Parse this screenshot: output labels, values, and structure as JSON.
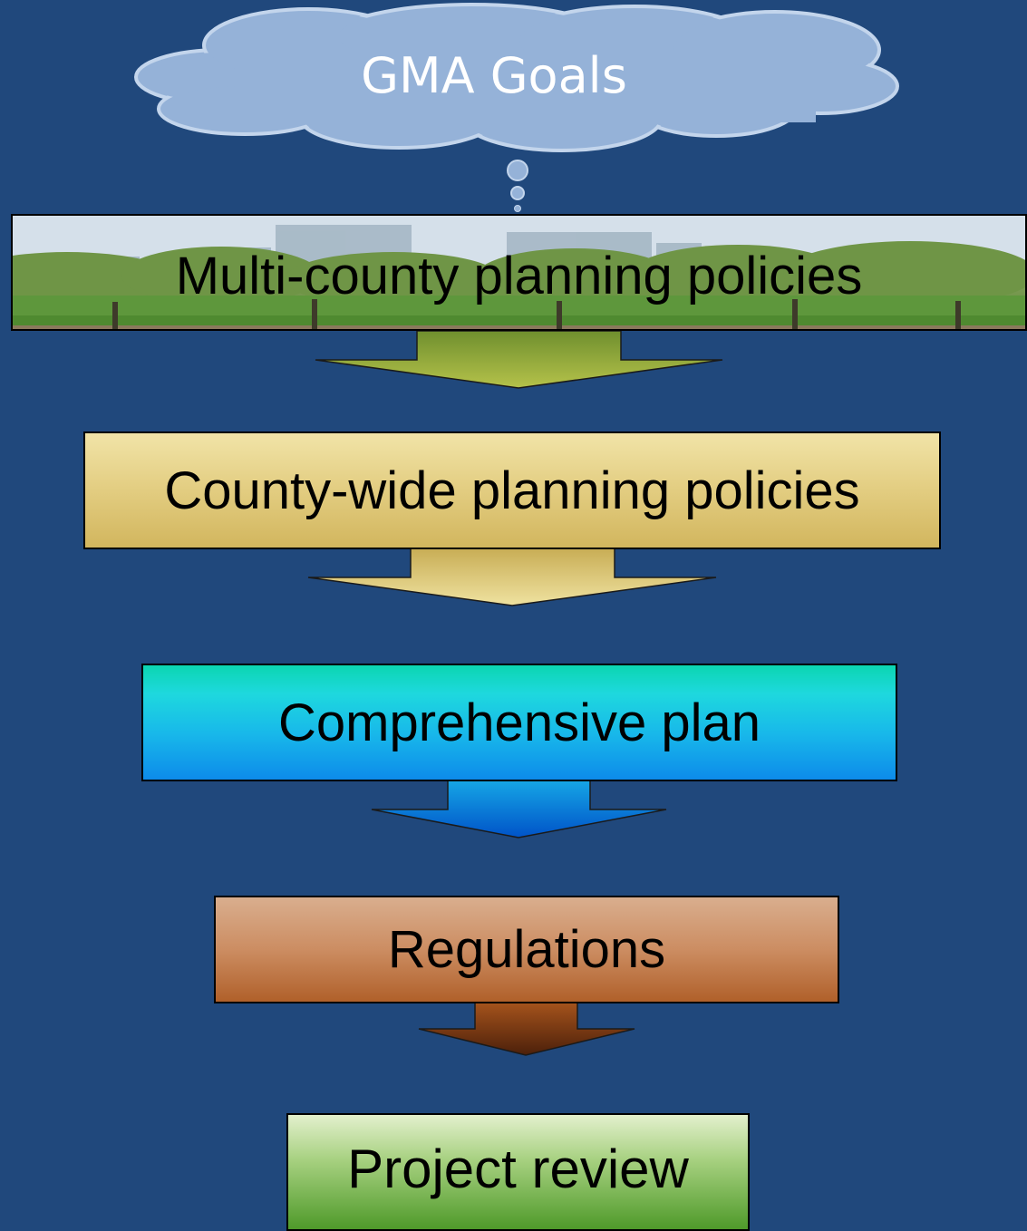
{
  "cloud": {
    "label": "GMA Goals",
    "fill": "#95b2d8",
    "outline": "#b8cde6"
  },
  "levels": [
    {
      "id": "multi",
      "label": "Multi-county planning policies",
      "style": "park-scene",
      "arrow": {
        "top": "#6f8f2e",
        "bottom": "#b5c24a"
      }
    },
    {
      "id": "county",
      "label": "County-wide planning policies",
      "style": "gold",
      "arrow": {
        "top": "#c8ad55",
        "bottom": "#efe2a0"
      }
    },
    {
      "id": "comp",
      "label": "Comprehensive plan",
      "style": "cyan-blue",
      "arrow": {
        "top": "#16a6e6",
        "bottom": "#0053c8"
      }
    },
    {
      "id": "reg",
      "label": "Regulations",
      "style": "copper",
      "arrow": {
        "top": "#a5531c",
        "bottom": "#4c200a"
      }
    },
    {
      "id": "proj",
      "label": "Project review",
      "style": "green"
    }
  ],
  "colors": {
    "background": "#20487c"
  }
}
